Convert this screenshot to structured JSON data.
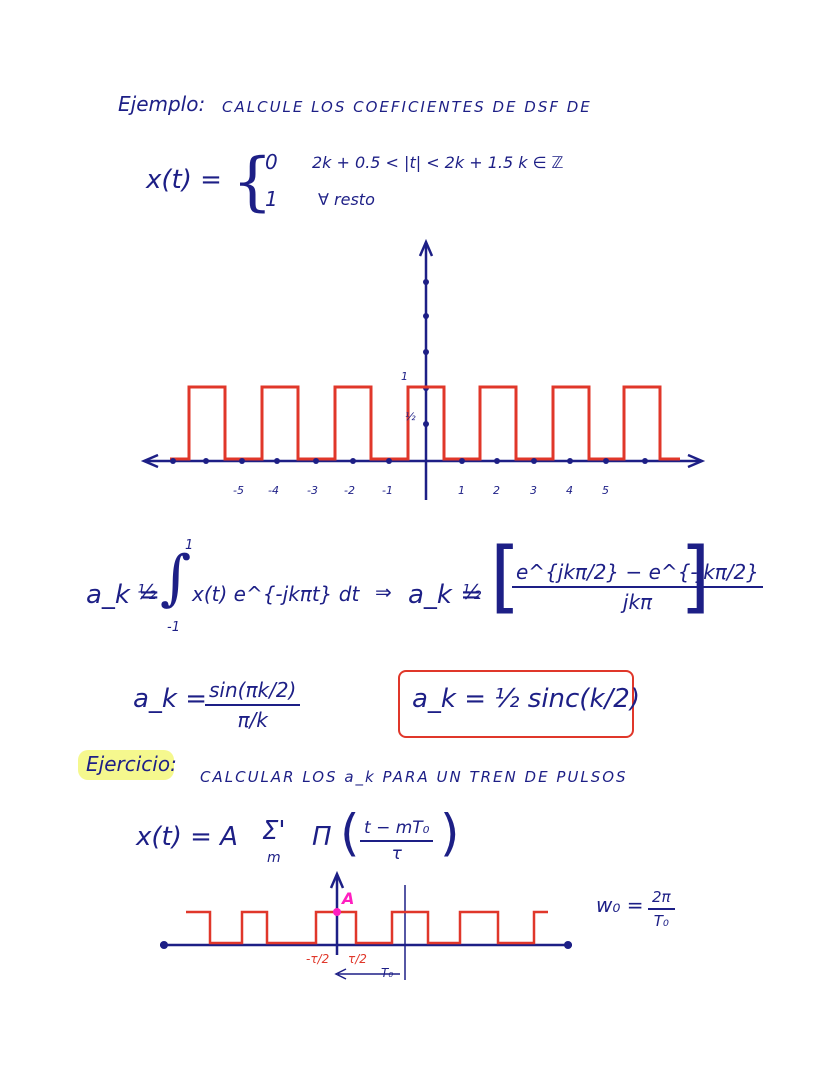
{
  "heading": {
    "label": "Ejemplo:",
    "text": "CALCULE LOS COEFICIENTES DE DSF DE"
  },
  "definition": {
    "lhs": "x(t) =",
    "case1_value": "0",
    "case1_condition": "2k + 0.5 < |t| < 2k + 1.5   k ∈ ℤ",
    "case2_value": "1",
    "case2_condition": "∀ resto"
  },
  "plot1": {
    "x_ticks": [
      "-5",
      "-4",
      "-3",
      "-2",
      "-1",
      "1",
      "2",
      "3",
      "4",
      "5"
    ],
    "y_ticks": [
      "1",
      "½"
    ],
    "pulse_color": "#e0372a",
    "axis_color": "#1d1f86"
  },
  "formula1": {
    "lhs": "a_k =",
    "coef": "½",
    "upper": "1",
    "lower": "-1",
    "integrand": "x(t) e^{-jkπt} dt",
    "arrow": "⇒",
    "rhs_lhs": "a_k =",
    "rhs_coef": "½",
    "numerator": "e^{jkπ/2} − e^{-jkπ/2}",
    "denominator": "jkπ"
  },
  "formula2": {
    "lhs": "a_k =",
    "numerator": "sin(πk/2)",
    "denominator": "π/k",
    "boxed": "a_k = ½ sinc(k/2)"
  },
  "exercise": {
    "label": "Ejercicio:",
    "text": "CALCULAR LOS a_k PARA UN TREN DE PULSOS"
  },
  "pulse_train": {
    "lhs": "x(t) = A",
    "sum": "Σ'",
    "sum_index": "m",
    "pi": "Π",
    "arg_num": "t − mT₀",
    "arg_den": "τ"
  },
  "plot2": {
    "amplitude_label": "A",
    "left_edge": "-τ/2",
    "right_edge": "τ/2",
    "period_label": "T₀",
    "pulse_color": "#e0372a",
    "marker_color": "#ff1fc0"
  },
  "side_note": {
    "lhs": "w₀ =",
    "num": "2π",
    "den": "T₀"
  }
}
